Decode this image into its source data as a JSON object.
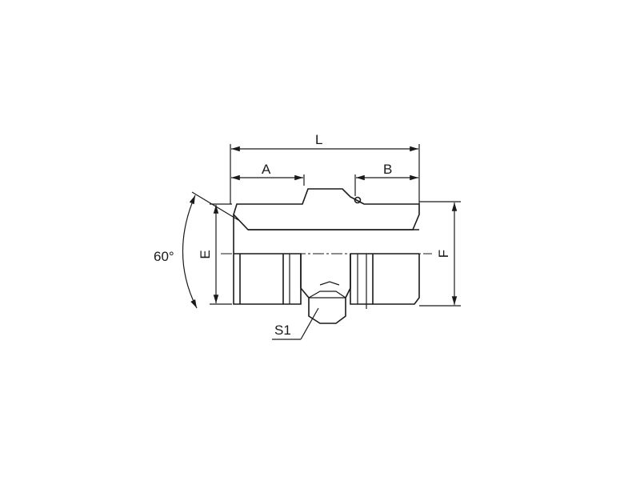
{
  "diagram": {
    "labels": {
      "length": "L",
      "a": "A",
      "b": "B",
      "e": "E",
      "f": "F",
      "angle": "60°",
      "hex": "S1"
    }
  }
}
